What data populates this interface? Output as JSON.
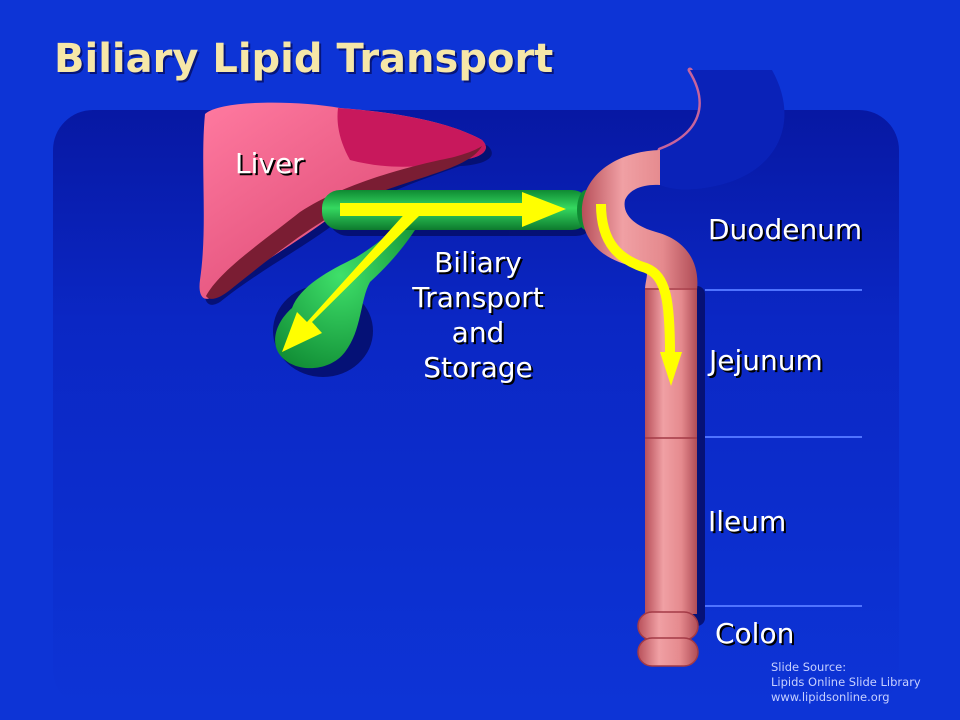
{
  "title": "Biliary Lipid Transport",
  "labels": {
    "liver": "Liver",
    "biliary_lines": [
      "Biliary",
      "Transport",
      "and",
      "Storage"
    ],
    "duodenum": "Duodenum",
    "jejunum": "Jejunum",
    "ileum": "Ileum",
    "colon": "Colon"
  },
  "source": {
    "line1": "Slide Source:",
    "line2": "Lipids Online Slide Library",
    "line3": "www.lipidsonline.org"
  },
  "colors": {
    "background": "#0d34d6",
    "panel": "#0a20b0",
    "title": "#f6e7a8",
    "liver": "#e8507a",
    "liver_dark": "#7a1d33",
    "gallbladder": "#1fb84a",
    "intestine": "#e58a8e",
    "arrow": "#ffff00",
    "divider": "#4f73ff"
  }
}
